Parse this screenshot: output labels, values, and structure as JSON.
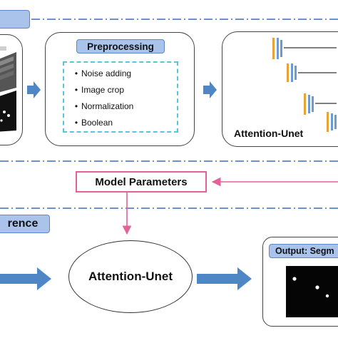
{
  "training_stage": {
    "preprocessing": {
      "title": "Preprocessing",
      "steps": [
        "Noise adding",
        "Image crop",
        "Normalization",
        "Boolean"
      ]
    },
    "network_label": "Attention-Unet"
  },
  "model_parameters": "Model Parameters",
  "inference_stage": {
    "section_tag": "rence",
    "network_label": "Attention-Unet",
    "output_title": "Output: Segm"
  },
  "colors": {
    "section_dashed_line": "#3d6dbb",
    "arrow_blue": "#4f86c6",
    "pink": "#e4619a",
    "tag_fill": "#a9c3ea",
    "unet_orange": "#e8a23a",
    "unet_blue": "#6e9ad4",
    "unet_gray": "#808080"
  }
}
